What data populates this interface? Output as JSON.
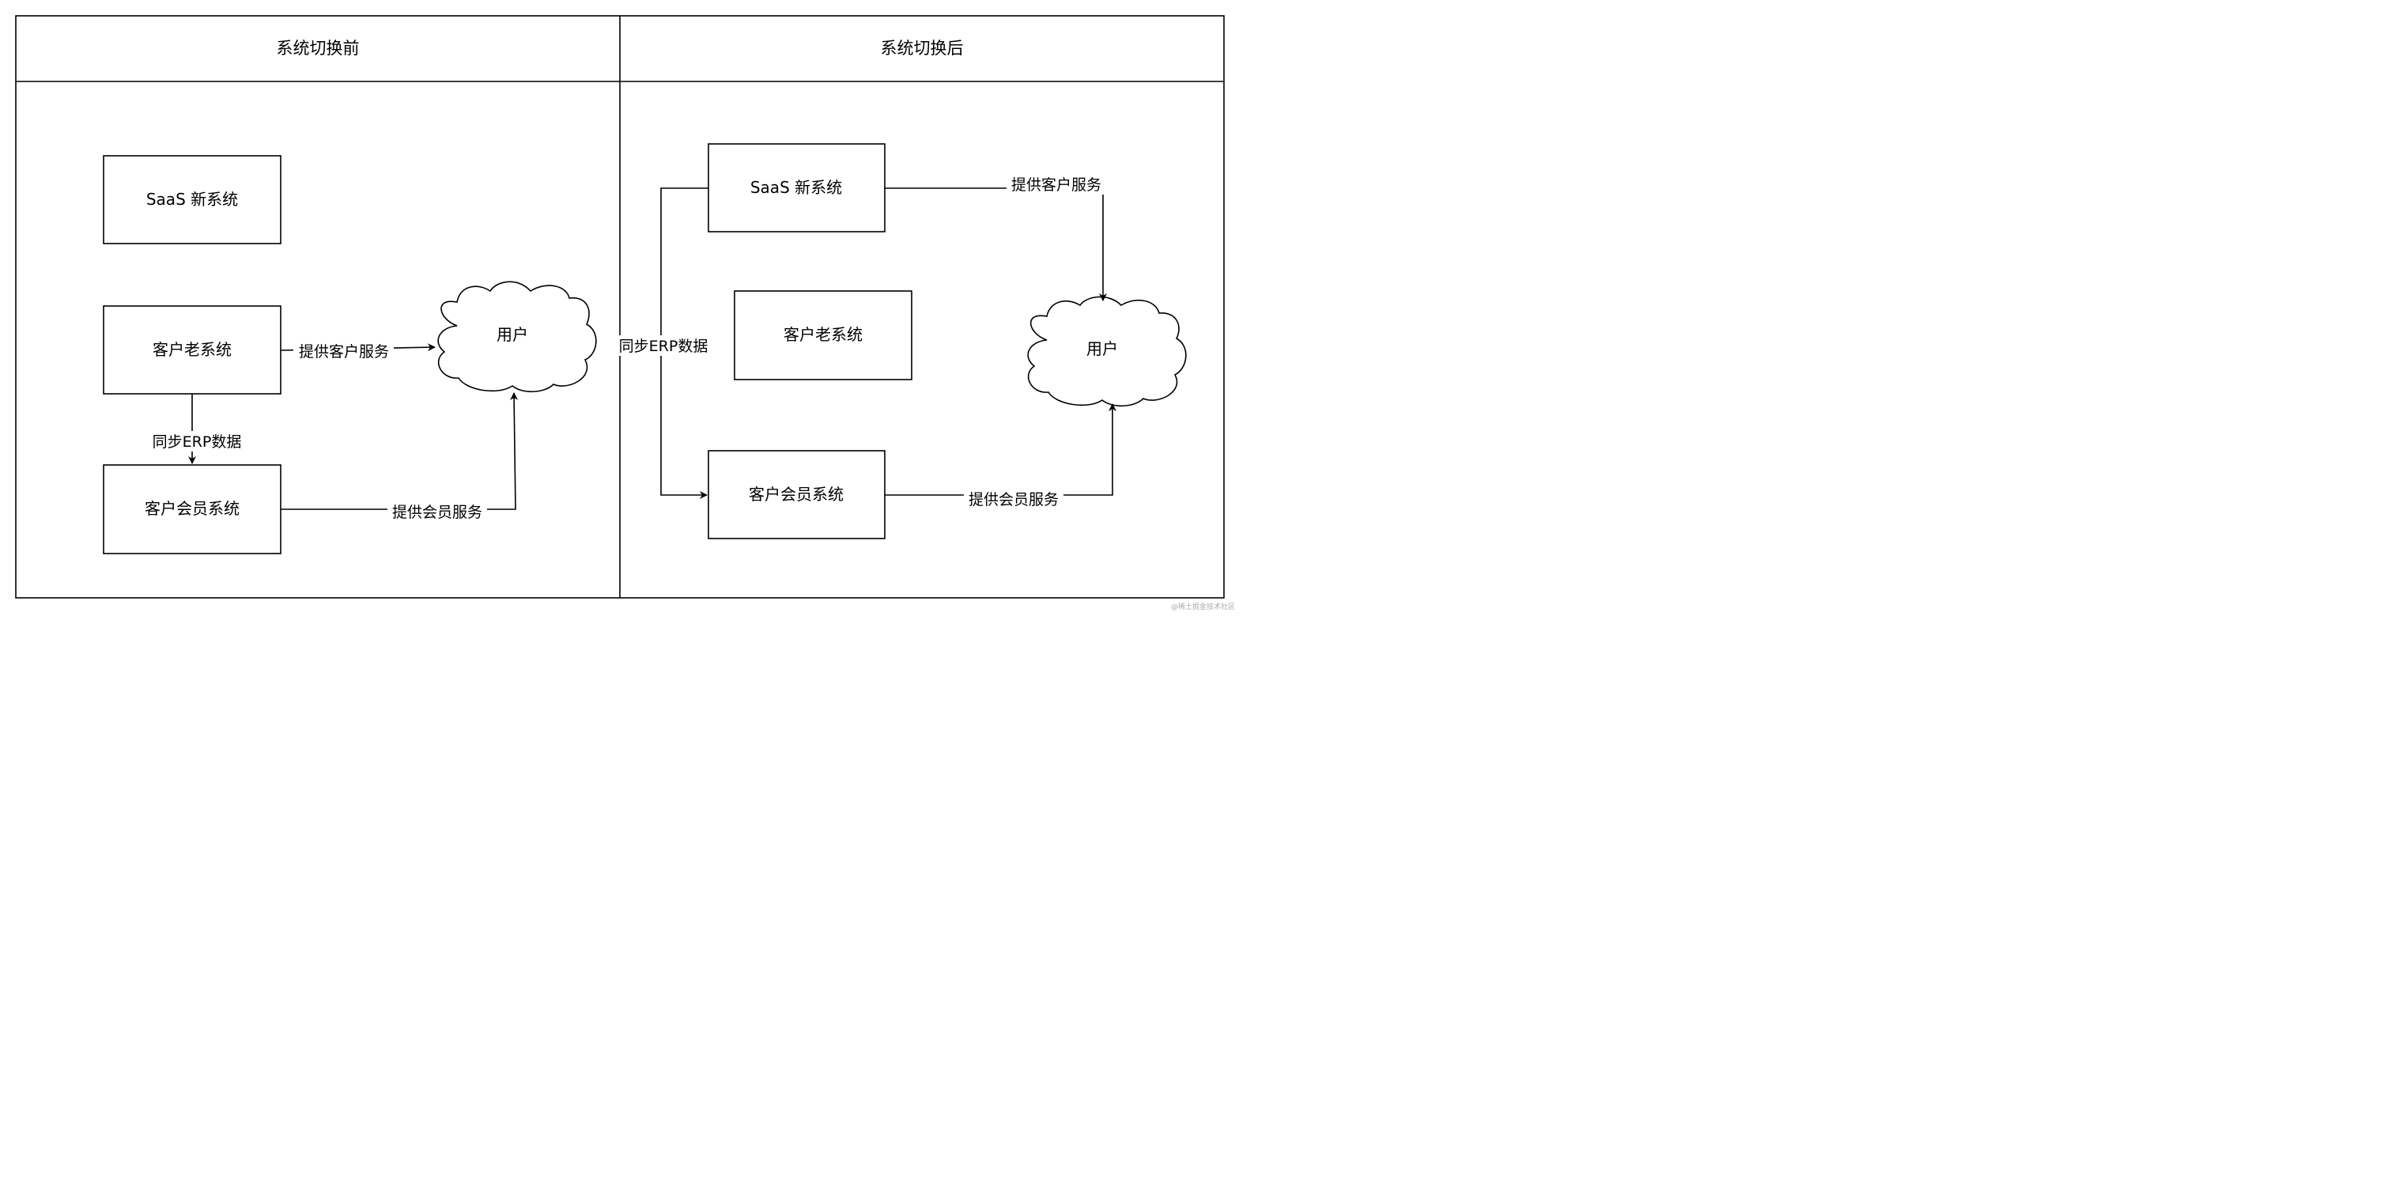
{
  "panels": {
    "before": {
      "title": "系统切换前",
      "saas_box": "SaaS 新系统",
      "old_system_box": "客户老系统",
      "member_system_box": "客户会员系统",
      "user_cloud": "用户",
      "edge_customer_service": "提供客户服务",
      "edge_sync_erp": "同步ERP数据",
      "edge_member_service": "提供会员服务"
    },
    "after": {
      "title": "系统切换后",
      "saas_box": "SaaS 新系统",
      "old_system_box": "客户老系统",
      "member_system_box": "客户会员系统",
      "user_cloud": "用户",
      "edge_customer_service": "提供客户服务",
      "edge_sync_erp": "同步ERP数据",
      "edge_member_service": "提供会员服务"
    }
  },
  "watermark": "@稀土掘金技术社区"
}
